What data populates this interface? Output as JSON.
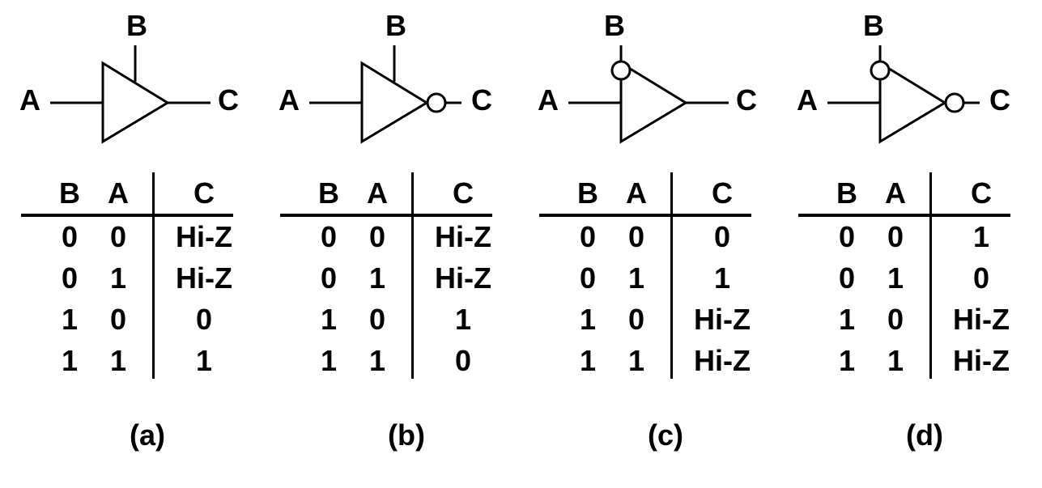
{
  "panels": [
    {
      "caption": "(a)",
      "inputs": {
        "a": "A",
        "b": "B"
      },
      "output": "C",
      "inverted_output": false,
      "inverted_control": false,
      "table": {
        "headers": [
          "B",
          "A",
          "C"
        ],
        "rows": [
          [
            "0",
            "0",
            "Hi-Z"
          ],
          [
            "0",
            "1",
            "Hi-Z"
          ],
          [
            "1",
            "0",
            "0"
          ],
          [
            "1",
            "1",
            "1"
          ]
        ]
      }
    },
    {
      "caption": "(b)",
      "inputs": {
        "a": "A",
        "b": "B"
      },
      "output": "C",
      "inverted_output": true,
      "inverted_control": false,
      "table": {
        "headers": [
          "B",
          "A",
          "C"
        ],
        "rows": [
          [
            "0",
            "0",
            "Hi-Z"
          ],
          [
            "0",
            "1",
            "Hi-Z"
          ],
          [
            "1",
            "0",
            "1"
          ],
          [
            "1",
            "1",
            "0"
          ]
        ]
      }
    },
    {
      "caption": "(c)",
      "inputs": {
        "a": "A",
        "b": "B"
      },
      "output": "C",
      "inverted_output": false,
      "inverted_control": true,
      "table": {
        "headers": [
          "B",
          "A",
          "C"
        ],
        "rows": [
          [
            "0",
            "0",
            "0"
          ],
          [
            "0",
            "1",
            "1"
          ],
          [
            "1",
            "0",
            "Hi-Z"
          ],
          [
            "1",
            "1",
            "Hi-Z"
          ]
        ]
      }
    },
    {
      "caption": "(d)",
      "inputs": {
        "a": "A",
        "b": "B"
      },
      "output": "C",
      "inverted_output": true,
      "inverted_control": true,
      "table": {
        "headers": [
          "B",
          "A",
          "C"
        ],
        "rows": [
          [
            "0",
            "0",
            "1"
          ],
          [
            "0",
            "1",
            "0"
          ],
          [
            "1",
            "0",
            "Hi-Z"
          ],
          [
            "1",
            "1",
            "Hi-Z"
          ]
        ]
      }
    }
  ]
}
